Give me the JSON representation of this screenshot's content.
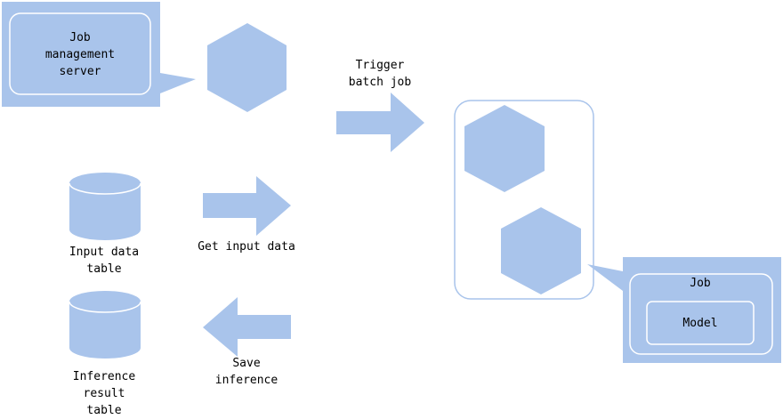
{
  "colors": {
    "shape_fill": "#a9c4eb",
    "outline": "#ffffff",
    "container_border": "#a9c4eb",
    "text": "#000000",
    "background": "#ffffff"
  },
  "callout_server": {
    "lines": [
      "Job",
      "management",
      "server"
    ]
  },
  "arrow_trigger": {
    "lines": [
      "Trigger",
      "batch job"
    ]
  },
  "input_table": {
    "lines": [
      "Input data",
      "table"
    ]
  },
  "arrow_get_input": {
    "lines": [
      "Get input data"
    ]
  },
  "result_table": {
    "lines": [
      "Inference",
      "result",
      "table"
    ]
  },
  "arrow_save": {
    "lines": [
      "Save",
      "inference"
    ]
  },
  "callout_job": {
    "title": "Job",
    "model_label": "Model"
  }
}
